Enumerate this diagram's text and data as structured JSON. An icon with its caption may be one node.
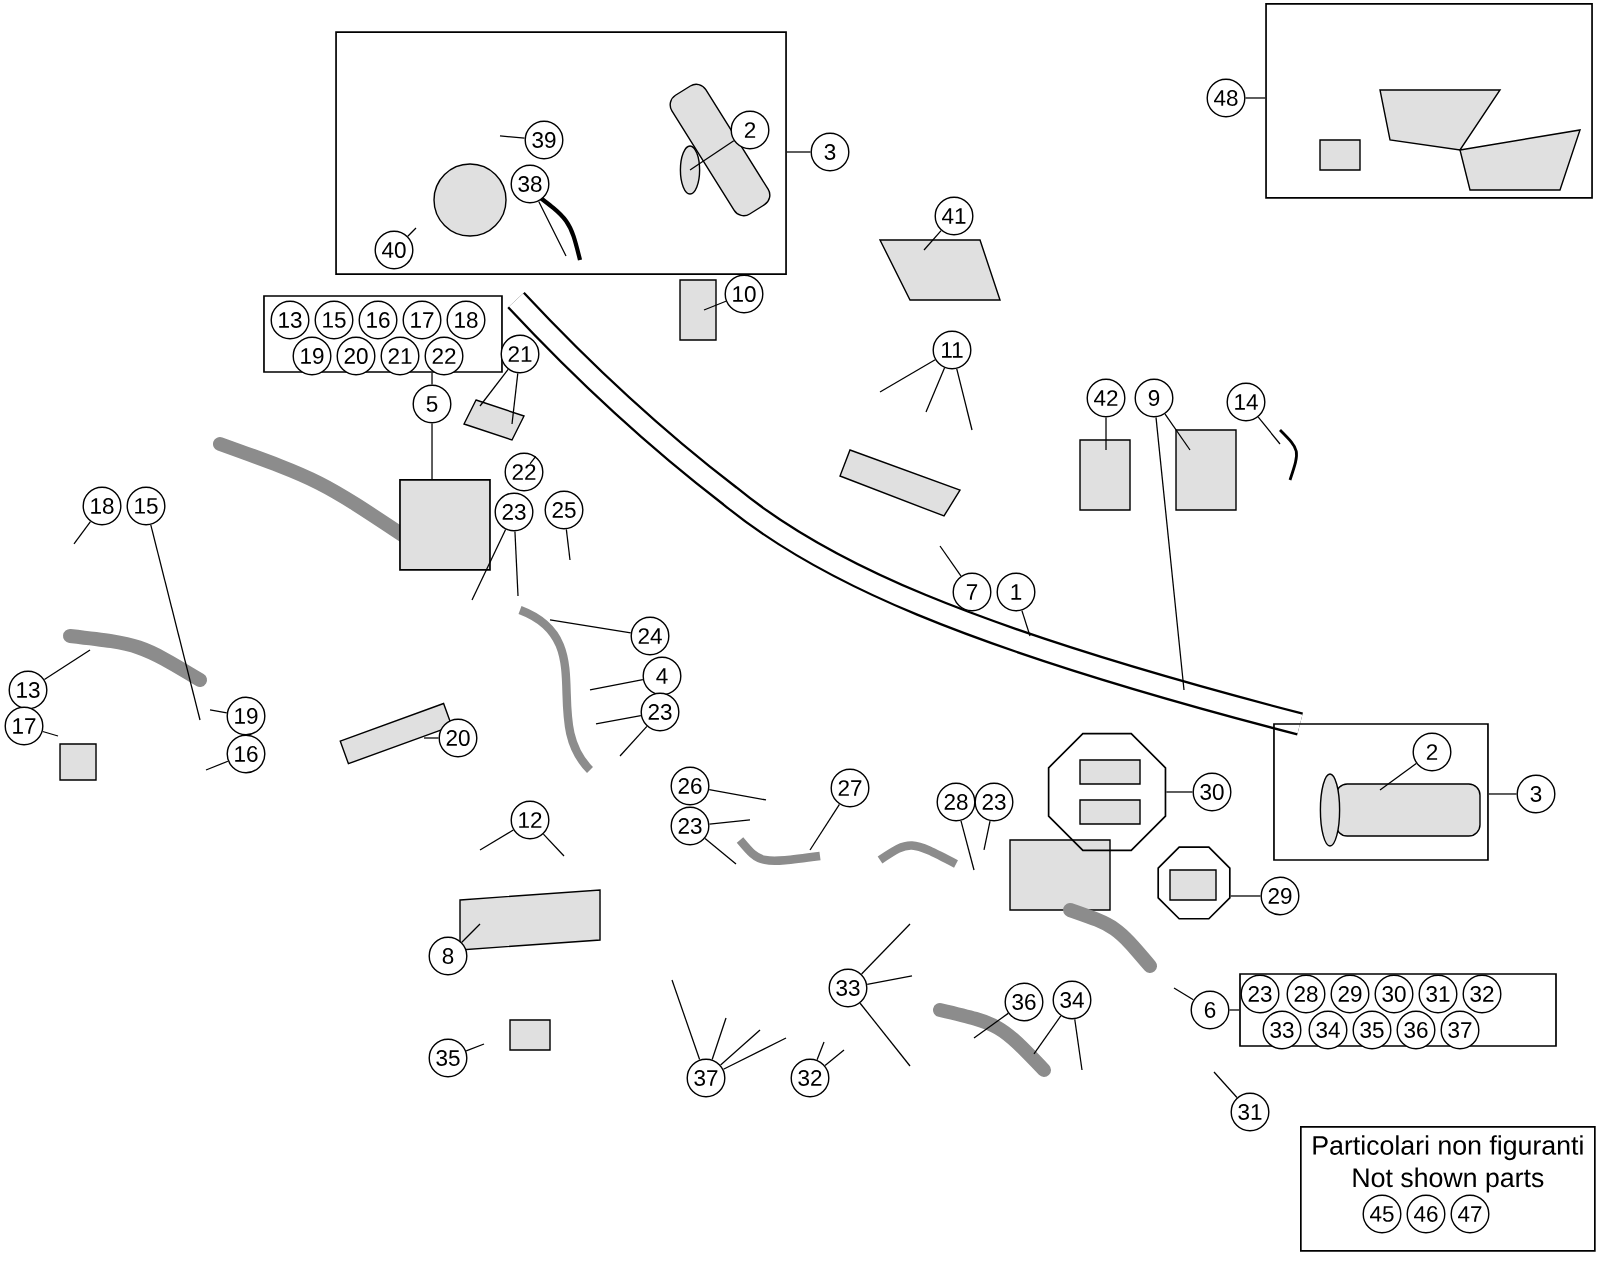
{
  "diagram": {
    "nodes": [
      {
        "text": [],
        "shape": "box"
      },
      {
        "text": [
          "39"
        ],
        "in": 0
      },
      {
        "text": [
          "38"
        ],
        "in": 0
      },
      {
        "text": [
          "40"
        ],
        "in": 0
      },
      {
        "text": [
          "2"
        ],
        "in": 0
      },
      {
        "text": [
          "3"
        ]
      },
      {
        "text": [],
        "shape": "box"
      },
      {
        "text": [
          "48"
        ]
      },
      {
        "text": [
          "41"
        ]
      },
      {
        "text": [
          "10"
        ]
      },
      {
        "text": [],
        "shape": "box"
      },
      {
        "text": [
          "13"
        ],
        "in": 10
      },
      {
        "text": [
          "15"
        ],
        "in": 10
      },
      {
        "text": [
          "16"
        ],
        "in": 10
      },
      {
        "text": [
          "17"
        ],
        "in": 10
      },
      {
        "text": [
          "18"
        ],
        "in": 10
      },
      {
        "text": [
          "19"
        ],
        "in": 10
      },
      {
        "text": [
          "20"
        ],
        "in": 10
      },
      {
        "text": [
          "21"
        ],
        "in": 10
      },
      {
        "text": [
          "22"
        ],
        "in": 10
      },
      {
        "text": [
          "5"
        ]
      },
      {
        "text": [
          "21"
        ]
      },
      {
        "text": [
          "11"
        ]
      },
      {
        "text": [
          "42"
        ]
      },
      {
        "text": [
          "9"
        ]
      },
      {
        "text": [
          "14"
        ]
      },
      {
        "text": [
          "22"
        ]
      },
      {
        "text": [
          "23"
        ]
      },
      {
        "text": [
          "25"
        ]
      },
      {
        "text": [
          "18"
        ]
      },
      {
        "text": [
          "15"
        ]
      },
      {
        "text": [
          "24"
        ]
      },
      {
        "text": [
          "7"
        ]
      },
      {
        "text": [
          "1"
        ]
      },
      {
        "text": [
          "13"
        ]
      },
      {
        "text": [
          "4"
        ]
      },
      {
        "text": [
          "19"
        ]
      },
      {
        "text": [
          "17"
        ]
      },
      {
        "text": [
          "23"
        ]
      },
      {
        "text": [
          "16"
        ]
      },
      {
        "text": [
          "20"
        ]
      },
      {
        "text": [],
        "shape": "box"
      },
      {
        "text": [
          "2"
        ],
        "in": 41
      },
      {
        "text": [
          "3"
        ]
      },
      {
        "text": [],
        "shape": "octagon"
      },
      {
        "text": [
          "30"
        ]
      },
      {
        "text": [
          "26"
        ]
      },
      {
        "text": [
          "12"
        ]
      },
      {
        "text": [
          "27"
        ]
      },
      {
        "text": [
          "28"
        ]
      },
      {
        "text": [
          "23"
        ]
      },
      {
        "text": [
          "23"
        ]
      },
      {
        "text": [],
        "shape": "octagon"
      },
      {
        "text": [
          "29"
        ]
      },
      {
        "text": [
          "8"
        ]
      },
      {
        "text": [
          "33"
        ]
      },
      {
        "text": [
          "36"
        ]
      },
      {
        "text": [
          "34"
        ]
      },
      {
        "text": [],
        "shape": "box"
      },
      {
        "text": [
          "23"
        ],
        "in": 58
      },
      {
        "text": [
          "28"
        ],
        "in": 58
      },
      {
        "text": [
          "29"
        ],
        "in": 58
      },
      {
        "text": [
          "30"
        ],
        "in": 58
      },
      {
        "text": [
          "31"
        ],
        "in": 58
      },
      {
        "text": [
          "32"
        ],
        "in": 58
      },
      {
        "text": [
          "33"
        ],
        "in": 58
      },
      {
        "text": [
          "34"
        ],
        "in": 58
      },
      {
        "text": [
          "35"
        ],
        "in": 58
      },
      {
        "text": [
          "36"
        ],
        "in": 58
      },
      {
        "text": [
          "37"
        ],
        "in": 58
      },
      {
        "text": [
          "6"
        ]
      },
      {
        "text": [
          "37"
        ]
      },
      {
        "text": [
          "32"
        ]
      },
      {
        "text": [
          "35"
        ]
      },
      {
        "text": [
          "31"
        ]
      },
      {
        "text": [
          "Particolari non figuranti",
          "Not shown parts"
        ]
      },
      {
        "text": [
          "45"
        ],
        "in": 75
      },
      {
        "text": [
          "46"
        ],
        "in": 75
      },
      {
        "text": [
          "47"
        ],
        "in": 75
      },
      {
        "text": [],
        "shape": "box"
      }
    ],
    "edges": [
      {
        "from": 1,
        "to": null,
        "arrow": "none"
      },
      {
        "from": 2,
        "to": null,
        "arrow": "none"
      },
      {
        "from": 3,
        "to": null,
        "arrow": "none"
      },
      {
        "from": 4,
        "to": null,
        "arrow": "none"
      },
      {
        "from": 5,
        "to": 0,
        "arrow": "none"
      },
      {
        "from": 7,
        "to": 6,
        "arrow": "none"
      },
      {
        "from": 8,
        "to": null,
        "arrow": "none"
      },
      {
        "from": 9,
        "to": null,
        "arrow": "none"
      },
      {
        "from": 20,
        "to": 10,
        "arrow": "none"
      },
      {
        "from": 20,
        "to": 79,
        "arrow": "none"
      },
      {
        "from": 21,
        "to": null,
        "arrow": "none"
      },
      {
        "from": 21,
        "to": null,
        "arrow": "none"
      },
      {
        "from": 22,
        "to": null,
        "arrow": "none"
      },
      {
        "from": 22,
        "to": null,
        "arrow": "none"
      },
      {
        "from": 22,
        "to": null,
        "arrow": "none"
      },
      {
        "from": 23,
        "to": null,
        "arrow": "none"
      },
      {
        "from": 24,
        "to": null,
        "arrow": "none"
      },
      {
        "from": 24,
        "to": null,
        "arrow": "none"
      },
      {
        "from": 25,
        "to": null,
        "arrow": "none"
      },
      {
        "from": 26,
        "to": null,
        "arrow": "none"
      },
      {
        "from": 27,
        "to": null,
        "arrow": "none"
      },
      {
        "from": 27,
        "to": null,
        "arrow": "none"
      },
      {
        "from": 28,
        "to": null,
        "arrow": "none"
      },
      {
        "from": 29,
        "to": null,
        "arrow": "none"
      },
      {
        "from": 30,
        "to": null,
        "arrow": "none"
      },
      {
        "from": 31,
        "to": null,
        "arrow": "none"
      },
      {
        "from": 32,
        "to": null,
        "arrow": "none"
      },
      {
        "from": 33,
        "to": null,
        "arrow": "none"
      },
      {
        "from": 34,
        "to": null,
        "arrow": "none"
      },
      {
        "from": 35,
        "to": null,
        "arrow": "none"
      },
      {
        "from": 36,
        "to": null,
        "arrow": "none"
      },
      {
        "from": 37,
        "to": null,
        "arrow": "none"
      },
      {
        "from": 38,
        "to": null,
        "arrow": "none"
      },
      {
        "from": 38,
        "to": null,
        "arrow": "none"
      },
      {
        "from": 39,
        "to": null,
        "arrow": "none"
      },
      {
        "from": 40,
        "to": null,
        "arrow": "none"
      },
      {
        "from": 42,
        "to": null,
        "arrow": "none"
      },
      {
        "from": 43,
        "to": 41,
        "arrow": "none"
      },
      {
        "from": 45,
        "to": 44,
        "arrow": "none"
      },
      {
        "from": 46,
        "to": null,
        "arrow": "none"
      },
      {
        "from": 47,
        "to": null,
        "arrow": "none"
      },
      {
        "from": 47,
        "to": null,
        "arrow": "none"
      },
      {
        "from": 48,
        "to": null,
        "arrow": "none"
      },
      {
        "from": 49,
        "to": null,
        "arrow": "none"
      },
      {
        "from": 50,
        "to": null,
        "arrow": "none"
      },
      {
        "from": 51,
        "to": null,
        "arrow": "none"
      },
      {
        "from": 51,
        "to": null,
        "arrow": "none"
      },
      {
        "from": 53,
        "to": 52,
        "arrow": "none"
      },
      {
        "from": 54,
        "to": null,
        "arrow": "none"
      },
      {
        "from": 55,
        "to": null,
        "arrow": "none"
      },
      {
        "from": 55,
        "to": null,
        "arrow": "none"
      },
      {
        "from": 55,
        "to": null,
        "arrow": "none"
      },
      {
        "from": 56,
        "to": null,
        "arrow": "none"
      },
      {
        "from": 57,
        "to": null,
        "arrow": "none"
      },
      {
        "from": 57,
        "to": null,
        "arrow": "none"
      },
      {
        "from": 70,
        "to": 58,
        "arrow": "none"
      },
      {
        "from": 70,
        "to": null,
        "arrow": "none"
      },
      {
        "from": 71,
        "to": null,
        "arrow": "none"
      },
      {
        "from": 71,
        "to": null,
        "arrow": "none"
      },
      {
        "from": 71,
        "to": null,
        "arrow": "none"
      },
      {
        "from": 71,
        "to": null,
        "arrow": "none"
      },
      {
        "from": 72,
        "to": null,
        "arrow": "none"
      },
      {
        "from": 72,
        "to": null,
        "arrow": "none"
      },
      {
        "from": 73,
        "to": null,
        "arrow": "none"
      },
      {
        "from": 74,
        "to": null,
        "arrow": "none"
      }
    ]
  }
}
